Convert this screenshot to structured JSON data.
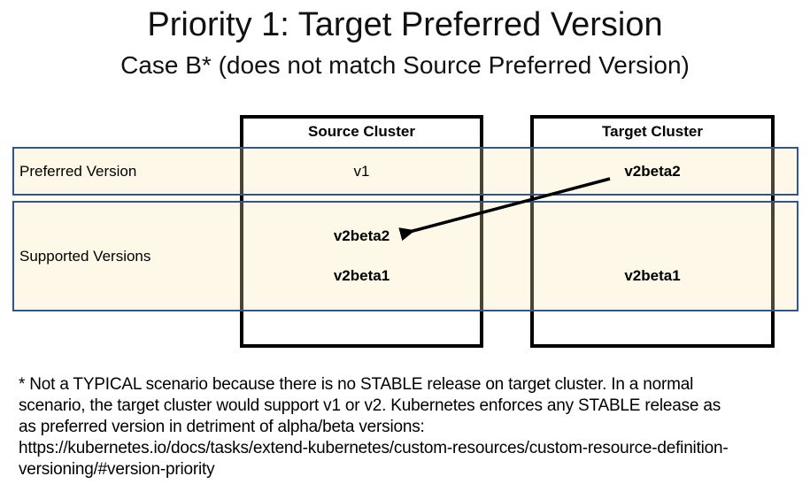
{
  "title": "Priority 1: Target Preferred Version",
  "subtitle": "Case B* (does not match Source Preferred Version)",
  "clusters": {
    "source": {
      "header": "Source Cluster"
    },
    "target": {
      "header": "Target Cluster"
    }
  },
  "rows": {
    "preferred": {
      "label": "Preferred Version",
      "source_value": "v1",
      "target_value": "v2beta2"
    },
    "supported": {
      "label": "Supported Versions",
      "source_values": [
        "v2beta2",
        "v2beta1"
      ],
      "target_values": [
        "v2beta1"
      ]
    }
  },
  "arrow": {
    "meaning": "target preferred version v2beta2 points to matching supported version v2beta2 on source cluster",
    "color": "#000000"
  },
  "colors": {
    "band_fill": "#FDF8E7",
    "band_border": "#30568C",
    "box_border": "#000000",
    "text": "#000000"
  },
  "footnote": "* Not a TYPICAL scenario because there is no STABLE release on target cluster. In a normal\nscenario, the target cluster would support v1 or v2. Kubernetes enforces any STABLE release as\nas preferred version in detriment of alpha/beta versions:\nhttps://kubernetes.io/docs/tasks/extend-kubernetes/custom-resources/custom-resource-definition-\nversioning/#version-priority"
}
